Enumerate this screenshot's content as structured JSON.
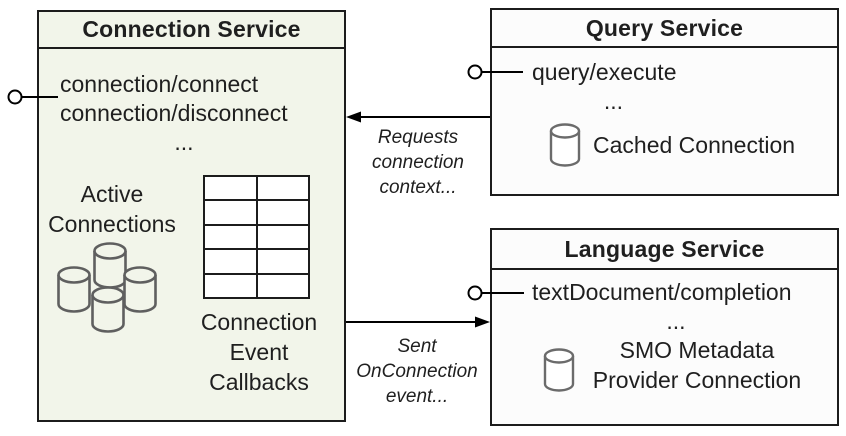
{
  "connection_service": {
    "title": "Connection Service",
    "methods": [
      "connection/connect",
      "connection/disconnect"
    ],
    "ellipsis": "...",
    "active_connections": [
      "Active",
      "Connections"
    ],
    "callbacks": [
      "Connection",
      "Event",
      "Callbacks"
    ]
  },
  "query_service": {
    "title": "Query Service",
    "methods": [
      "query/execute"
    ],
    "ellipsis": "...",
    "connection_label": "Cached Connection"
  },
  "language_service": {
    "title": "Language Service",
    "methods": [
      "textDocument/completion"
    ],
    "ellipsis": "...",
    "connection_label": [
      "SMO Metadata",
      "Provider Connection"
    ]
  },
  "edges": {
    "requests": [
      "Requests",
      "connection",
      "context..."
    ],
    "sent": [
      "Sent",
      "OnConnection",
      "event..."
    ]
  },
  "icons": {
    "database_cluster": "database-cylinder-cluster-icon",
    "database": "database-cylinder-icon",
    "table": "table-grid-icon",
    "interface": "lollipop-interface-icon"
  },
  "table_grid": {
    "rows": 5,
    "cols": 2
  },
  "colors": {
    "canvas_bg": "#ffffff",
    "connection_fill": "#f2f5ea",
    "service_fill": "#fcfcfc",
    "border": "#1c1c1c",
    "text": "#1f1f1f",
    "cylinder_stroke": "#6b6b6b",
    "cluster_stroke": "#5f5f5f"
  }
}
